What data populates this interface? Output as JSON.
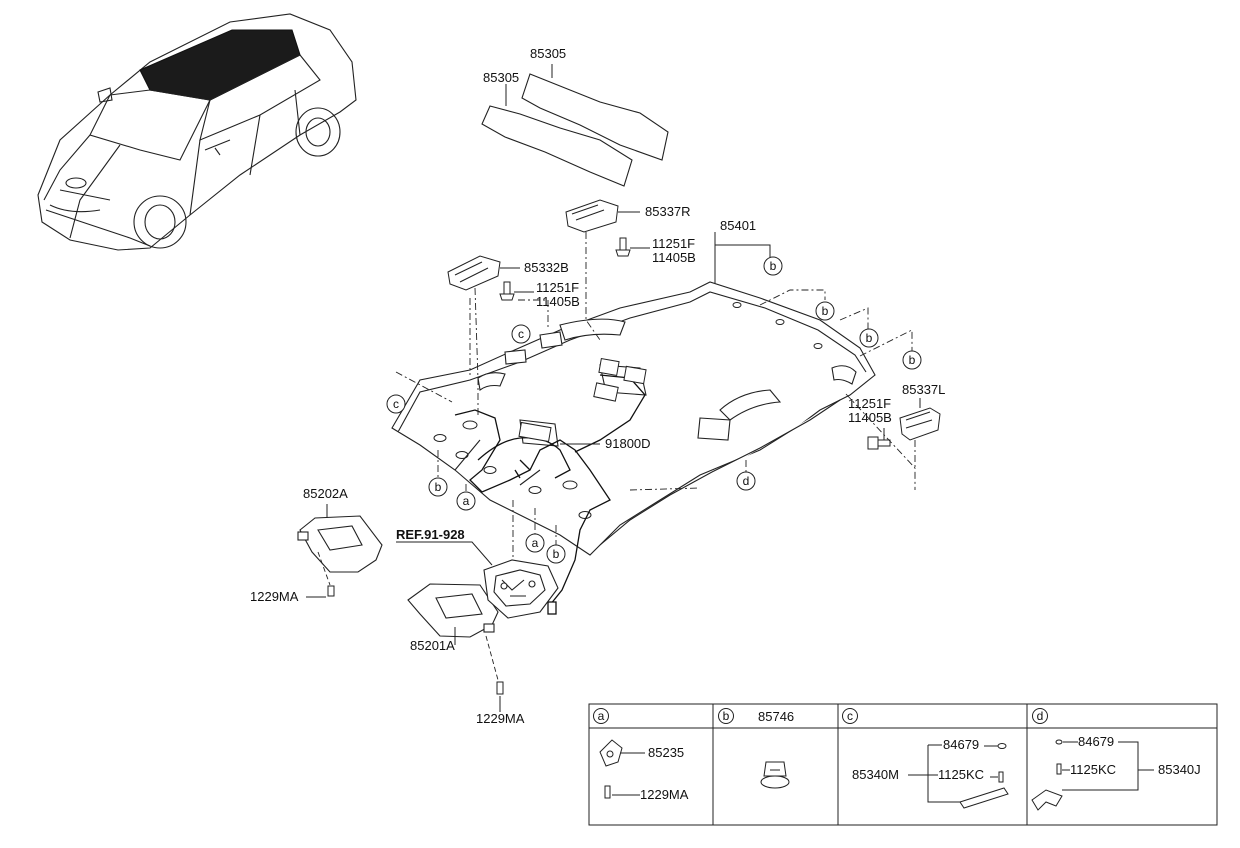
{
  "callouts": {
    "p85305a": "85305",
    "p85305b": "85305",
    "p85337R": "85337R",
    "p11251F_a": "11251F",
    "p11405B_a": "11405B",
    "p85401": "85401",
    "p85332B": "85332B",
    "p11251F_b": "11251F",
    "p11405B_b": "11405B",
    "p85337L": "85337L",
    "p11251F_c": "11251F",
    "p11405B_c": "11405B",
    "p91800D": "91800D",
    "p85202A": "85202A",
    "p85201A": "85201A",
    "p1229MA_a": "1229MA",
    "p1229MA_b": "1229MA",
    "ref": "REF.91-928"
  },
  "markers": {
    "a": "a",
    "b": "b",
    "c": "c",
    "d": "d"
  },
  "legend": {
    "a": {
      "letter": "a",
      "items": [
        "85235",
        "1229MA"
      ]
    },
    "b": {
      "letter": "b",
      "title": "85746"
    },
    "c": {
      "letter": "c",
      "items": [
        "84679",
        "1125KC"
      ],
      "assembly": "85340M"
    },
    "d": {
      "letter": "d",
      "items": [
        "84679",
        "1125KC"
      ],
      "assembly": "85340J"
    }
  }
}
